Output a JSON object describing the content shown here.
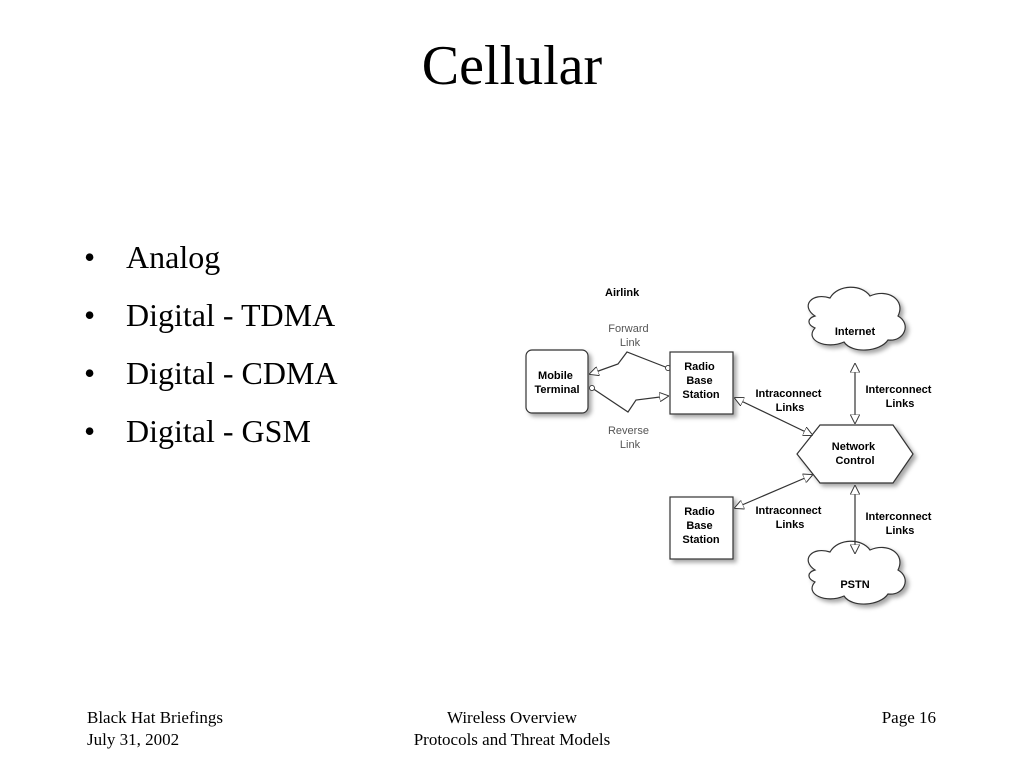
{
  "slide": {
    "title": "Cellular",
    "bullets": [
      "Analog",
      "Digital - TDMA",
      "Digital - CDMA",
      "Digital - GSM"
    ],
    "bullet_glyph": "•"
  },
  "diagram": {
    "airlink_label": "Airlink",
    "forward_link": [
      "Forward",
      "Link"
    ],
    "reverse_link": [
      "Reverse",
      "Link"
    ],
    "mobile_terminal": [
      "Mobile",
      "Terminal"
    ],
    "radio_base_station_top": [
      "Radio",
      "Base",
      "Station"
    ],
    "radio_base_station_bottom": [
      "Radio",
      "Base",
      "Station"
    ],
    "intraconnect_top": [
      "Intraconnect",
      "Links"
    ],
    "intraconnect_bottom": [
      "Intraconnect",
      "Links"
    ],
    "interconnect_top": [
      "Interconnect",
      "Links"
    ],
    "interconnect_bottom": [
      "Interconnect",
      "Links"
    ],
    "network_control": [
      "Network",
      "Control"
    ],
    "internet": "Internet",
    "pstn": "PSTN"
  },
  "footer": {
    "left_line1": "Black Hat Briefings",
    "left_line2": "July 31, 2002",
    "center_line1": "Wireless Overview",
    "center_line2": "Protocols and Threat Models",
    "right": "Page 16"
  }
}
